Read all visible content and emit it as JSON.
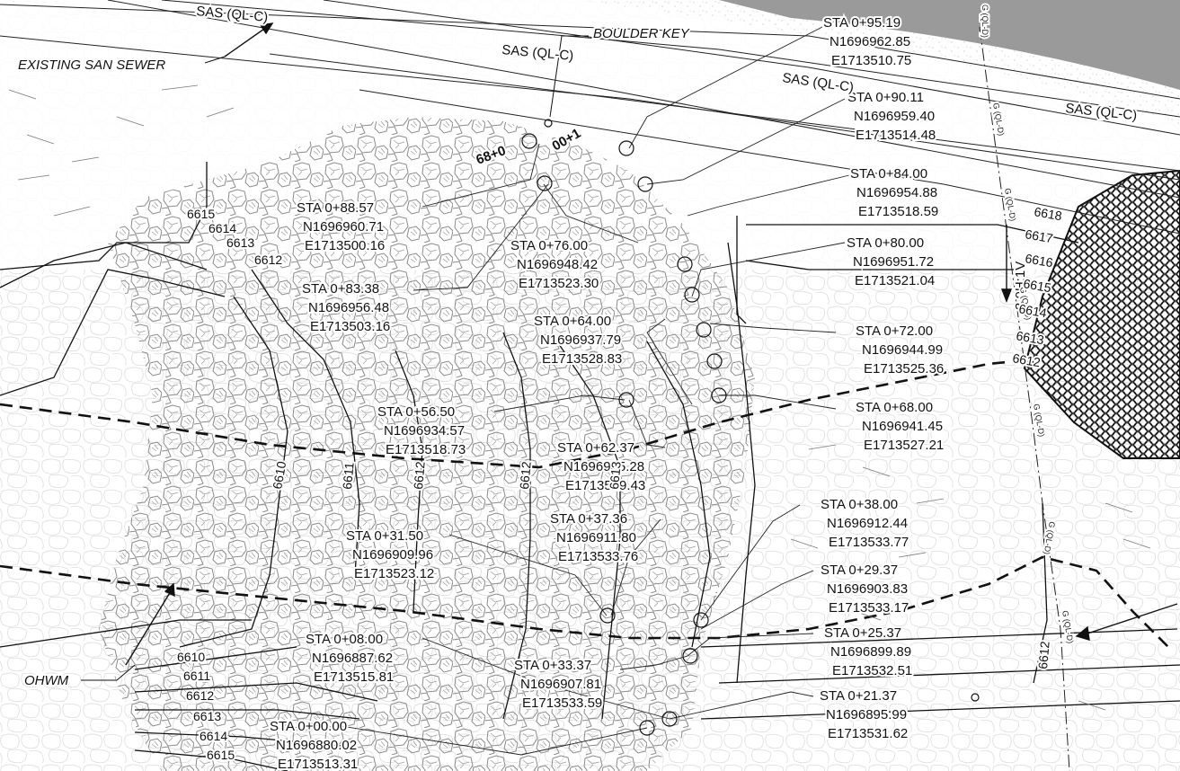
{
  "drawing": {
    "callouts": {
      "existing_san_sewer": "EXISTING SAN SEWER",
      "boulder_key": "BOULDER KEY",
      "ohwm": "OHWM",
      "slope": "3.0H:1V"
    },
    "utility_labels": [
      "SAS (QL-C)",
      "SAS (QL-C)",
      "SAS (QL-C)",
      "SAS (QL-C)"
    ],
    "gas_labels": [
      "G (QL-D)",
      "G (QL-D)",
      "G (QL-D)",
      "G (QL-D)",
      "G (QL-D)",
      "G (QL-D)",
      "G (QL-D)"
    ],
    "alignment_stations": [
      "68+0",
      "00+1"
    ],
    "contours_left": [
      "6615",
      "6614",
      "6613",
      "6612"
    ],
    "contours_bottom_left": [
      "6610",
      "6611",
      "6612",
      "6613",
      "6614",
      "6615"
    ],
    "contours_mid": [
      "6610",
      "6611",
      "6612",
      "6612",
      "6613"
    ],
    "contours_right": [
      "6618",
      "6617",
      "6616",
      "6615",
      "6614",
      "6613",
      "6612"
    ],
    "contour_lower_right": "6612",
    "stations": [
      {
        "sta": "STA 0+95.19",
        "n": "N1696962.85",
        "e": "E1713510.75"
      },
      {
        "sta": "STA 0+90.11",
        "n": "N1696959.40",
        "e": "E1713514.48"
      },
      {
        "sta": "STA 0+84.00",
        "n": "N1696954.88",
        "e": "E1713518.59"
      },
      {
        "sta": "STA 0+80.00",
        "n": "N1696951.72",
        "e": "E1713521.04"
      },
      {
        "sta": "STA 0+72.00",
        "n": "N1696944.99",
        "e": "E1713525.36"
      },
      {
        "sta": "STA 0+68.00",
        "n": "N1696941.45",
        "e": "E1713527.21"
      },
      {
        "sta": "STA 0+88.57",
        "n": "N1696960.71",
        "e": "E1713500.16"
      },
      {
        "sta": "STA 0+76.00",
        "n": "N1696948.42",
        "e": "E1713523.30"
      },
      {
        "sta": "STA 0+83.38",
        "n": "N1696956.48",
        "e": "E1713503.16"
      },
      {
        "sta": "STA 0+64.00",
        "n": "N1696937.79",
        "e": "E1713528.83"
      },
      {
        "sta": "STA 0+56.50",
        "n": "N1696934.57",
        "e": "E1713518.73"
      },
      {
        "sta": "STA 0+62.37",
        "n": "N1696935.28",
        "e": "E1713529.43"
      },
      {
        "sta": "STA 0+37.36",
        "n": "N1696911.80",
        "e": "E1713533.76"
      },
      {
        "sta": "STA 0+31.50",
        "n": "N1696909.96",
        "e": "E1713523.12"
      },
      {
        "sta": "STA 0+38.00",
        "n": "N1696912.44",
        "e": "E1713533.77"
      },
      {
        "sta": "STA 0+29.37",
        "n": "N1696903.83",
        "e": "E1713533.17"
      },
      {
        "sta": "STA 0+25.37",
        "n": "N1696899.89",
        "e": "E1713532.51"
      },
      {
        "sta": "STA 0+08.00",
        "n": "N1696887.62",
        "e": "E1713515.81"
      },
      {
        "sta": "STA 0+33.37",
        "n": "N1696907.81",
        "e": "E1713533.59"
      },
      {
        "sta": "STA 0+21.37",
        "n": "N1696895.99",
        "e": "E1713531.62"
      },
      {
        "sta": "STA 0+00.00",
        "n": "N1696880.02",
        "e": "E1713513.31"
      }
    ]
  }
}
